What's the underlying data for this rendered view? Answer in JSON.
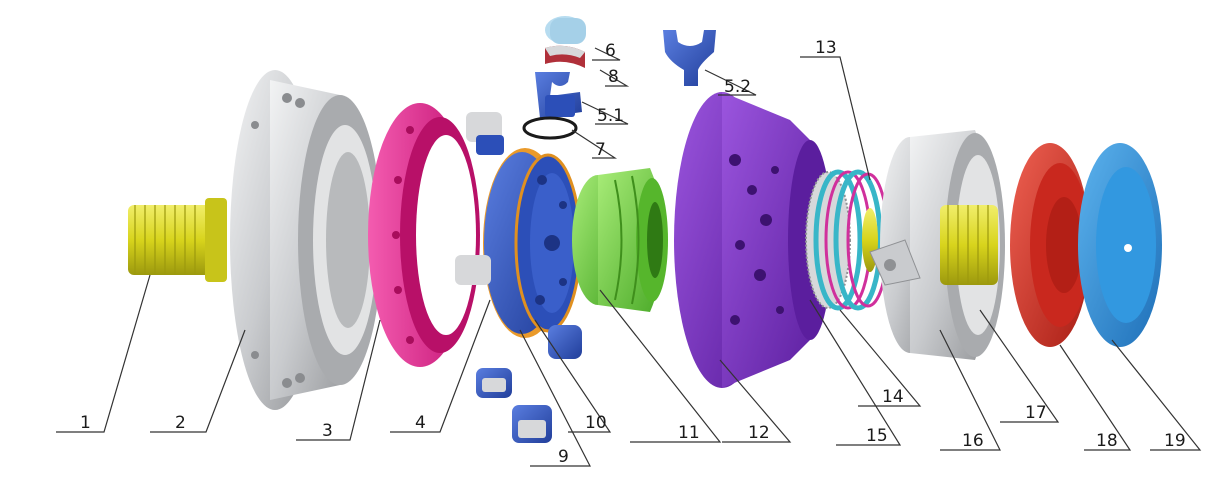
{
  "parts": [
    {
      "id": "p1",
      "label": "1"
    },
    {
      "id": "p2",
      "label": "2"
    },
    {
      "id": "p3",
      "label": "3"
    },
    {
      "id": "p4",
      "label": "4"
    },
    {
      "id": "p5_1",
      "label": "5.1"
    },
    {
      "id": "p5_2",
      "label": "5.2"
    },
    {
      "id": "p6",
      "label": "6"
    },
    {
      "id": "p7",
      "label": "7"
    },
    {
      "id": "p8",
      "label": "8"
    },
    {
      "id": "p9",
      "label": "9"
    },
    {
      "id": "p10",
      "label": "10"
    },
    {
      "id": "p11",
      "label": "11"
    },
    {
      "id": "p12",
      "label": "12"
    },
    {
      "id": "p13",
      "label": "13"
    },
    {
      "id": "p14",
      "label": "14"
    },
    {
      "id": "p15",
      "label": "15"
    },
    {
      "id": "p16",
      "label": "16"
    },
    {
      "id": "p17",
      "label": "17"
    },
    {
      "id": "p18",
      "label": "18"
    },
    {
      "id": "p19",
      "label": "19"
    }
  ],
  "colors": {
    "shaft": "#d8d41c",
    "housing": "#c9cbce",
    "ring": "#e0208a",
    "piston": "#2c4fb8",
    "seal": "#e09020",
    "cam": "#6ad23a",
    "distributor": "#7a2fc4",
    "disc_teal": "#38b6c8",
    "disc_magenta": "#d0309c",
    "rear_cover": "#d33226",
    "end_cap": "#2e8ed8"
  }
}
